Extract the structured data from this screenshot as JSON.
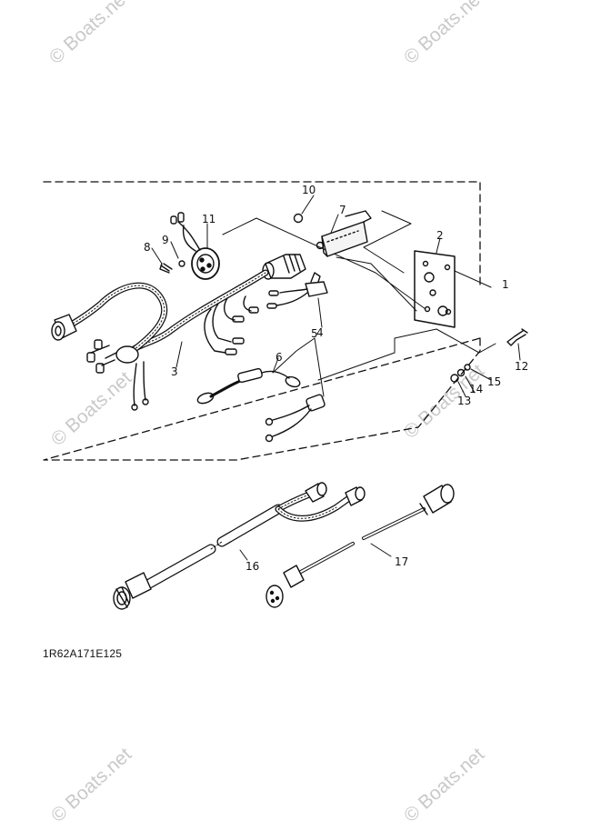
{
  "watermark": {
    "text": "© Boats.net"
  },
  "diagram": {
    "drawing_code": "1R62A171E125",
    "callouts": [
      "1",
      "2",
      "3",
      "4",
      "5",
      "6",
      "7",
      "8",
      "9",
      "10",
      "11",
      "12",
      "13",
      "14",
      "15",
      "16",
      "17"
    ]
  }
}
